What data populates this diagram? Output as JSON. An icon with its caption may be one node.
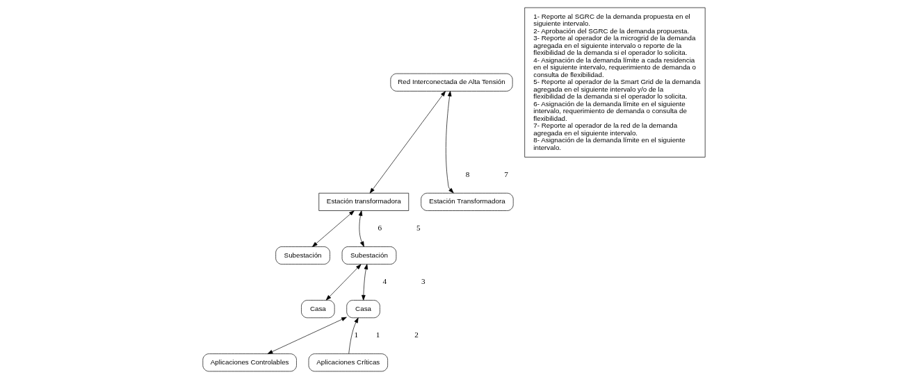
{
  "diagram": {
    "nodes": [
      {
        "text": [
          "Red Interconectada de Alta Tensión"
        ]
      },
      {
        "text": [
          "Estación transformadora"
        ]
      },
      {
        "text": [
          "Estación Transformadora"
        ]
      },
      {
        "text": [
          "Subestación"
        ]
      },
      {
        "text": [
          "Subestación"
        ]
      },
      {
        "text": [
          "Casa"
        ]
      },
      {
        "text": [
          "Casa"
        ]
      },
      {
        "text": [
          "Aplicaciones Controlables"
        ]
      },
      {
        "text": [
          "Aplicaciones Críticas"
        ]
      },
      {
        "text": [
          "1- Reporte al SGRC de la demanda propuesta en el siguiente intervalo.",
          "2- Aprobación del SGRC de la demanda propuesta.",
          "3- Reporte al operador de la microgrid de la demanda agregada en el siguiente intervalo o reporte de la flexibilidad de la demanda si el operador lo solicita.",
          "4- Asignación de la demanda límite a cada residencia en el siguiente intervalo, requerimiento de demanda o consulta de flexibilidad.",
          "5- Reporte al operador de la Smart Grid de la demanda agregada en el siguiente intervalo y/o de la flexibilidad de la demanda si el operador lo solicita.",
          "6- Asignación de la demanda límite en el siguiente intervalo, requerimiento de demanda o consulta de flexibilidad.",
          "7- Reporte al operador de la red de la demanda agregada en el siguiente intervalo.",
          "8- Asignación de la demanda límite en el siguiente intervalo."
        ]
      }
    ],
    "edges": [
      {
        "from": 0,
        "to": 1,
        "arrow": "both"
      },
      {
        "from": 0,
        "to": 2,
        "arrow": "both"
      },
      {
        "from": 1,
        "to": 3,
        "arrow": "both"
      },
      {
        "from": 1,
        "to": 4,
        "arrow": "both"
      },
      {
        "from": 4,
        "to": 5,
        "arrow": "both"
      },
      {
        "from": 4,
        "to": 6,
        "arrow": "both"
      },
      {
        "from": 6,
        "to": 7,
        "arrow": "both"
      },
      {
        "from": 8,
        "to": 6,
        "arrow": "to",
        "label": "1"
      }
    ],
    "labels": [
      "8",
      "7",
      "6",
      "5",
      "4",
      "3",
      "1",
      "2"
    ]
  }
}
